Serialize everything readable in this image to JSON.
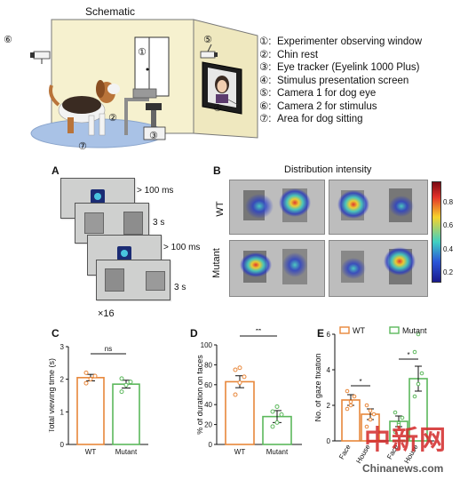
{
  "schematic": {
    "title": "Schematic",
    "legend": [
      {
        "num": "①:",
        "text": "Experimenter observing window"
      },
      {
        "num": "②:",
        "text": "Chin rest"
      },
      {
        "num": "③:",
        "text": "Eye tracker (Eyelink 1000 Plus)"
      },
      {
        "num": "④:",
        "text": "Stimulus presentation screen"
      },
      {
        "num": "⑤:",
        "text": "Camera 1 for dog eye"
      },
      {
        "num": "⑥:",
        "text": "Camera 2 for stimulus"
      },
      {
        "num": "⑦:",
        "text": "Area for dog sitting"
      }
    ],
    "markers": {
      "m1": "①",
      "m2": "②",
      "m3": "③",
      "m4": "④",
      "m5": "⑤",
      "m6": "⑥",
      "m7": "⑦"
    }
  },
  "panelA": {
    "letter": "A",
    "t1": "> 100 ms",
    "t2": "3 s",
    "t3": "> 100 ms",
    "t4": "3 s",
    "repeat": "×16"
  },
  "panelB": {
    "letter": "B",
    "title": "Distribution intensity",
    "row1": "WT",
    "row2": "Mutant",
    "colorbar_ticks": [
      "0.8",
      "0.6",
      "0.4",
      "0.2"
    ]
  },
  "chart_data": [
    {
      "type": "bar",
      "panel": "C",
      "categories": [
        "WT",
        "Mutant"
      ],
      "values": [
        2.05,
        1.85
      ],
      "errors": [
        0.1,
        0.12
      ],
      "points": [
        [
          1.88,
          2.0,
          2.1,
          2.2
        ],
        [
          1.62,
          1.82,
          1.92,
          2.02
        ]
      ],
      "ylabel": "Total viewing time (s)",
      "ylim": [
        0,
        3
      ],
      "yticks": [
        0,
        1,
        2,
        3
      ],
      "significance": "ns",
      "colors": [
        "#e8873a",
        "#5cb85c"
      ]
    },
    {
      "type": "bar",
      "panel": "D",
      "categories": [
        "WT",
        "Mutant"
      ],
      "values": [
        63,
        28
      ],
      "errors": [
        6,
        6
      ],
      "points": [
        [
          50,
          62,
          68,
          75,
          77
        ],
        [
          18,
          22,
          30,
          33,
          38
        ]
      ],
      "ylabel": "% of duration on faces",
      "ylim": [
        0,
        100
      ],
      "yticks": [
        0,
        20,
        40,
        60,
        80,
        100
      ],
      "significance": "**",
      "colors": [
        "#e8873a",
        "#5cb85c"
      ]
    },
    {
      "type": "bar",
      "panel": "E",
      "categories": [
        "Face",
        "House"
      ],
      "series": [
        {
          "name": "WT",
          "values": [
            2.3,
            1.5
          ],
          "errors": [
            0.3,
            0.3
          ],
          "points": [
            [
              1.8,
              2.2,
              2.5,
              2.8,
              2.0
            ],
            [
              0.8,
              1.2,
              1.5,
              2.0,
              1.7
            ]
          ],
          "color": "#e8873a"
        },
        {
          "name": "Mutant",
          "values": [
            1.1,
            3.5
          ],
          "errors": [
            0.3,
            0.7
          ],
          "points": [
            [
              0.5,
              1.0,
              1.3,
              1.6,
              0.9
            ],
            [
              2.5,
              3.2,
              3.8,
              5.0,
              6.0
            ]
          ],
          "color": "#5cb85c"
        }
      ],
      "ylabel": "No. of gaze fixation",
      "ylim": [
        0,
        6
      ],
      "yticks": [
        0,
        2,
        4,
        6
      ],
      "significance": [
        "*",
        "*"
      ]
    }
  ],
  "panel_letters": {
    "C": "C",
    "D": "D",
    "E": "E"
  },
  "watermark": {
    "cn": "中新网",
    "en": "Chinanews.com"
  }
}
